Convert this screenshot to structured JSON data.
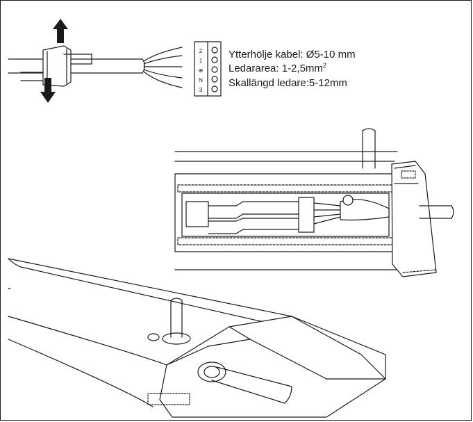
{
  "specs": {
    "sheath": "Ytterhölje kabel: Ø5-10 mm",
    "conductor_area_base": "Ledararea: 1-2,5mm",
    "conductor_area_sup": "2",
    "strip_length": "Skallängd ledare:5-12mm"
  },
  "terminal_block": {
    "labels": [
      "2",
      "1",
      "⊕",
      "N",
      "3"
    ]
  },
  "colors": {
    "ink": "#1a1a1a",
    "fill": "#ffffff",
    "shade": "#d9d9d9"
  }
}
